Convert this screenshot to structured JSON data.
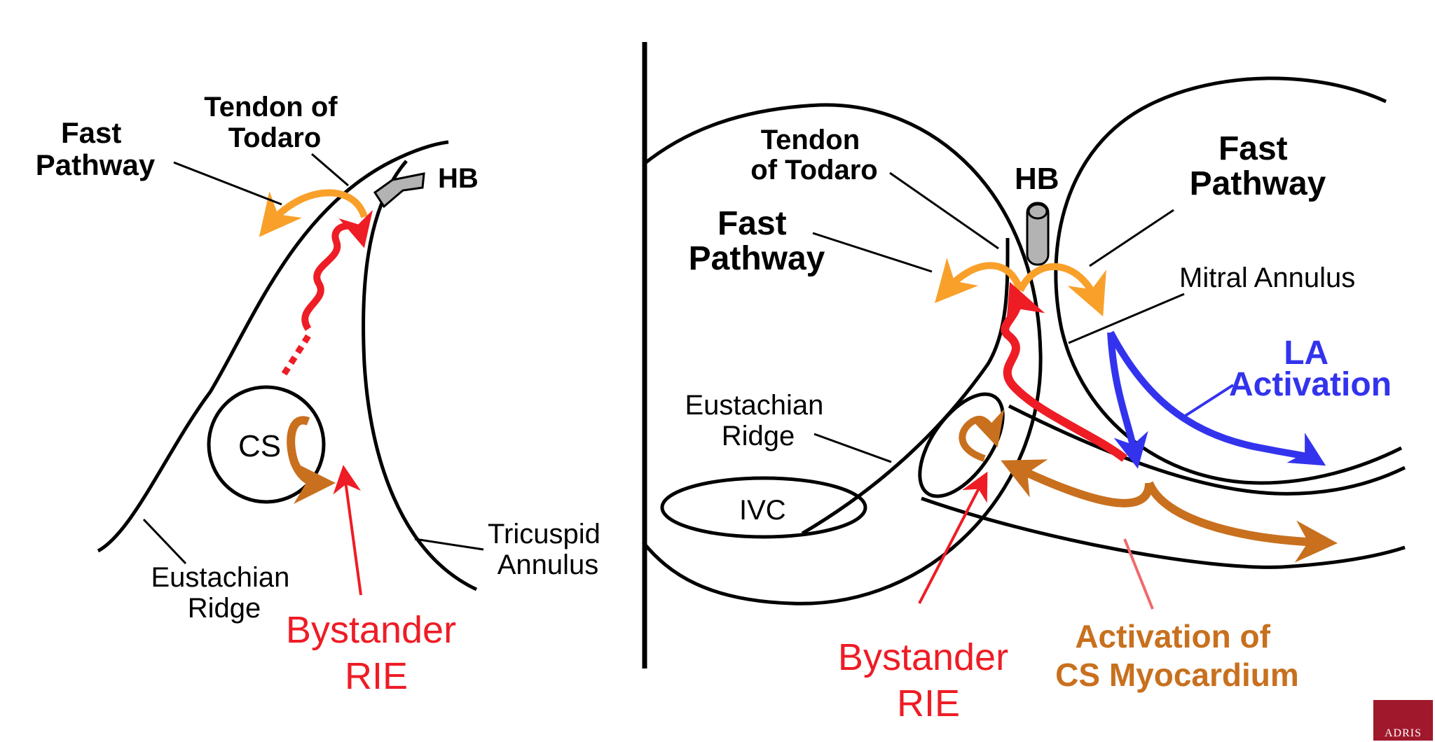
{
  "left_panel": {
    "tendon_of_todaro": [
      "Tendon of",
      "Todaro"
    ],
    "fast_pathway": [
      "Fast",
      "Pathway"
    ],
    "hb": "HB",
    "cs": "CS",
    "eustachian_ridge": [
      "Eustachian",
      "Ridge"
    ],
    "tricuspid_annulus": [
      "Tricuspid",
      "Annulus"
    ],
    "bystander_rie": [
      "Bystander",
      "RIE"
    ]
  },
  "right_panel": {
    "tendon_of_todaro": [
      "Tendon",
      "of Todaro"
    ],
    "hb": "HB",
    "fast_pathway_left": [
      "Fast",
      "Pathway"
    ],
    "fast_pathway_right": [
      "Fast",
      "Pathway"
    ],
    "mitral_annulus": "Mitral Annulus",
    "la_activation": [
      "LA",
      "Activation"
    ],
    "eustachian_ridge": [
      "Eustachian",
      "Ridge"
    ],
    "ivc": "IVC",
    "bystander_rie": [
      "Bystander",
      "RIE"
    ],
    "activation_cs_myocardium": [
      "Activation of",
      "CS Myocardium"
    ]
  },
  "logo": {
    "text": "ADRIS"
  },
  "colors": {
    "orange_light": "#f9a02a",
    "orange_dark": "#c8701e",
    "red": "#ee1c25",
    "blue": "#3333ee",
    "gray": "#b3b3b3"
  }
}
